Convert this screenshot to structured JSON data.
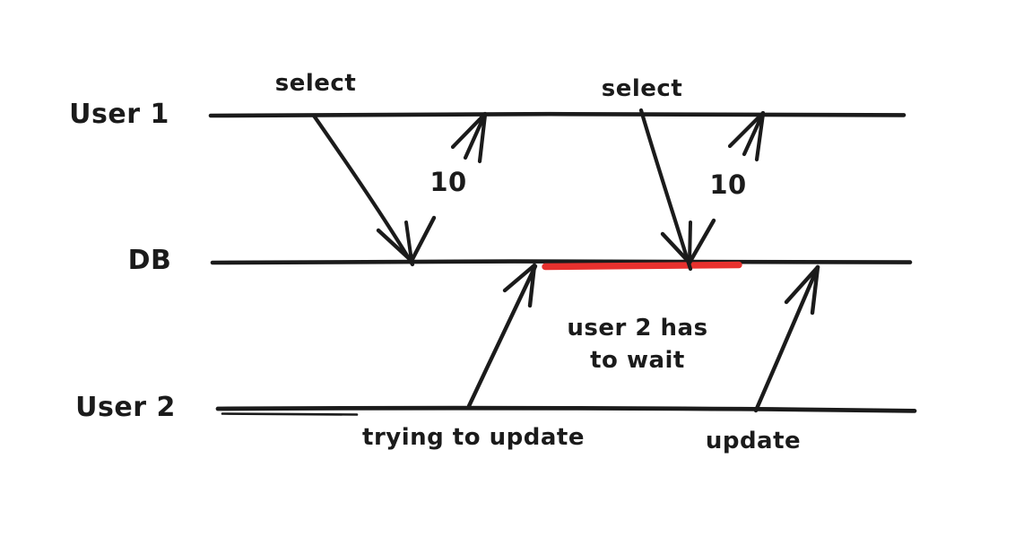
{
  "diagram": {
    "background_color": "#ffffff",
    "stroke_color": "#1b1b1b",
    "lock_color": "#e8312e",
    "lanes": [
      {
        "label": "User 1"
      },
      {
        "label": "DB"
      },
      {
        "label": "User 2"
      }
    ],
    "messages": {
      "select1": {
        "label": "select",
        "from": "User 1",
        "to": "DB"
      },
      "return1": {
        "label": "10",
        "from": "DB",
        "to": "User 1"
      },
      "select2": {
        "label": "select",
        "from": "User 1",
        "to": "DB"
      },
      "return2": {
        "label": "10",
        "from": "DB",
        "to": "User 1"
      },
      "trying_update": {
        "label": "trying to update",
        "from": "User 2",
        "to": "DB"
      },
      "update": {
        "label": "update",
        "from": "User 2",
        "to": "DB"
      }
    },
    "annotations": {
      "wait_note": {
        "label": "user 2 has\nto wait"
      }
    }
  }
}
